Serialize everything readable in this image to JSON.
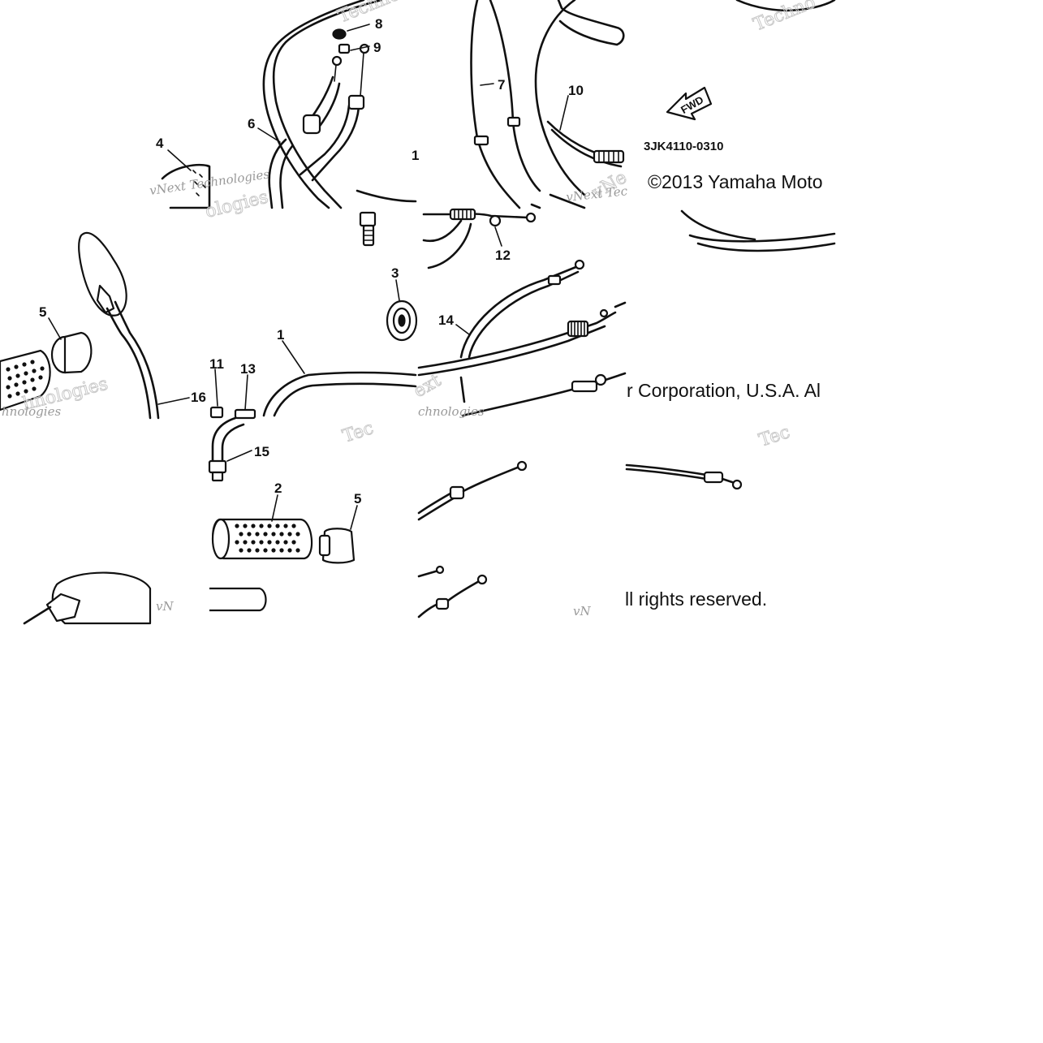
{
  "diagram": {
    "callouts": [
      {
        "id": "c1a",
        "text": "1"
      },
      {
        "id": "c1b",
        "text": "1"
      },
      {
        "id": "c2",
        "text": "2"
      },
      {
        "id": "c3",
        "text": "3"
      },
      {
        "id": "c4",
        "text": "4"
      },
      {
        "id": "c5a",
        "text": "5"
      },
      {
        "id": "c5b",
        "text": "5"
      },
      {
        "id": "c6",
        "text": "6"
      },
      {
        "id": "c7",
        "text": "7"
      },
      {
        "id": "c8",
        "text": "8"
      },
      {
        "id": "c9",
        "text": "9"
      },
      {
        "id": "c10",
        "text": "10"
      },
      {
        "id": "c11",
        "text": "11"
      },
      {
        "id": "c12",
        "text": "12"
      },
      {
        "id": "c13",
        "text": "13"
      },
      {
        "id": "c14",
        "text": "14"
      },
      {
        "id": "c15",
        "text": "15"
      },
      {
        "id": "c16",
        "text": "16"
      }
    ],
    "fwd_arrow_label": "FWD",
    "part_code": "3JK4110-0310",
    "copyright": {
      "part1": "©2013 Yamaha Moto",
      "part2": "r Corporation, U.S.A. Al",
      "part3": "ll rights reserved."
    },
    "watermarks": {
      "brand": "vNext Technologies",
      "t1": "Techno",
      "t2": "Techno",
      "t3": "vNe",
      "t4": "vNext Tec",
      "t5": "hnologies",
      "t6": "hnologies",
      "t7": "ext",
      "t8": "chnologies",
      "t9": "Tec",
      "t10": "Tec",
      "t11": "vN",
      "t12": "vN",
      "t13": "ologies"
    }
  }
}
